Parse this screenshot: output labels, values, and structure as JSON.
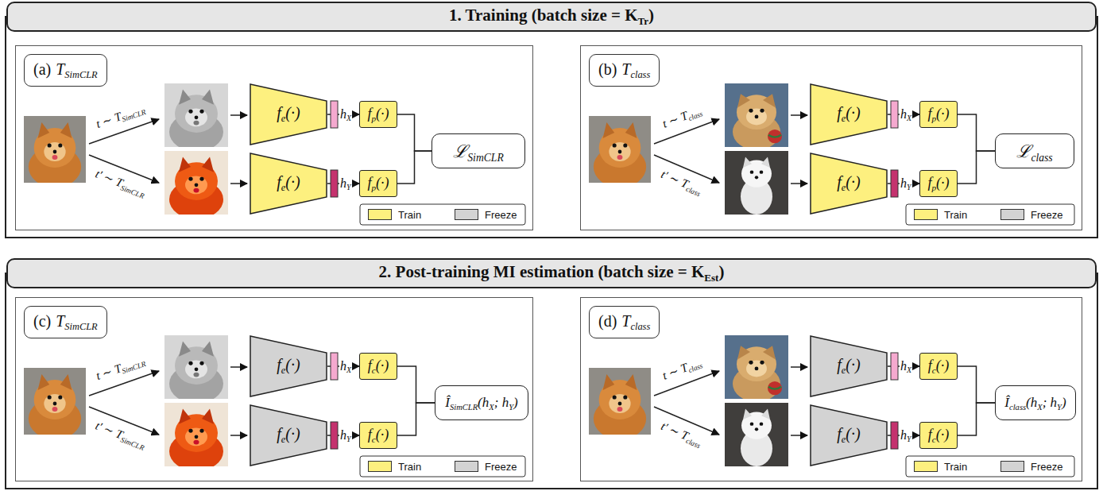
{
  "diagram": {
    "nodes": [
      {
        "text": [
          "1. Training (batch size = K",
          "Tr",
          ")"
        ]
      },
      {
        "text": [
          "(a)",
          "T",
          "SimCLR"
        ],
        "in": 0
      },
      {
        "text": [
          "f",
          "e",
          "(·)"
        ],
        "in": 1
      },
      {
        "text": [
          "f",
          "e",
          "(·)"
        ],
        "in": 1
      },
      {
        "text": [
          "f",
          "p",
          "(·)"
        ],
        "in": 1
      },
      {
        "text": [
          "f",
          "p",
          "(·)"
        ],
        "in": 1
      },
      {
        "text": [
          "ℒ",
          "SimCLR"
        ],
        "in": 1
      },
      {
        "text": [
          "(b)",
          "T",
          "class"
        ],
        "in": 0
      },
      {
        "text": [
          "f",
          "e",
          "(·)"
        ],
        "in": 7
      },
      {
        "text": [
          "f",
          "e",
          "(·)"
        ],
        "in": 7
      },
      {
        "text": [
          "f",
          "p",
          "(·)"
        ],
        "in": 7
      },
      {
        "text": [
          "f",
          "p",
          "(·)"
        ],
        "in": 7
      },
      {
        "text": [
          "ℒ",
          "class"
        ],
        "in": 7
      },
      {
        "text": [
          "2. Post-training MI estimation (batch size = K",
          "Est",
          ")"
        ]
      },
      {
        "text": [
          "(c)",
          "T",
          "SimCLR"
        ],
        "in": 13
      },
      {
        "text": [
          "f",
          "e",
          "(·)"
        ],
        "in": 14
      },
      {
        "text": [
          "f",
          "e",
          "(·)"
        ],
        "in": 14
      },
      {
        "text": [
          "f",
          "c",
          "(·)"
        ],
        "in": 14
      },
      {
        "text": [
          "f",
          "c",
          "(·)"
        ],
        "in": 14
      },
      {
        "text": [
          "Î",
          "SimCLR",
          "(h",
          "X",
          "; h",
          "Y",
          ")"
        ],
        "in": 14
      },
      {
        "text": [
          "(d)",
          "T",
          "class"
        ],
        "in": 13
      },
      {
        "text": [
          "f",
          "e",
          "(·)"
        ],
        "in": 20
      },
      {
        "text": [
          "f",
          "e",
          "(·)"
        ],
        "in": 20
      },
      {
        "text": [
          "f",
          "c",
          "(·)"
        ],
        "in": 20
      },
      {
        "text": [
          "f",
          "c",
          "(·)"
        ],
        "in": 20
      },
      {
        "text": [
          "Î",
          "class",
          "(h",
          "X",
          "; h",
          "Y",
          ")"
        ],
        "in": 20
      }
    ],
    "edges": [
      {
        "from": 2,
        "to": 4,
        "arrow": "to"
      },
      {
        "from": 3,
        "to": 5,
        "arrow": "to"
      },
      {
        "from": 4,
        "to": 6,
        "arrow": "none"
      },
      {
        "from": 5,
        "to": 6,
        "arrow": "none"
      },
      {
        "from": 8,
        "to": 10,
        "arrow": "to"
      },
      {
        "from": 9,
        "to": 11,
        "arrow": "to"
      },
      {
        "from": 10,
        "to": 12,
        "arrow": "none"
      },
      {
        "from": 11,
        "to": 12,
        "arrow": "none"
      },
      {
        "from": 15,
        "to": 17,
        "arrow": "to"
      },
      {
        "from": 16,
        "to": 18,
        "arrow": "to"
      },
      {
        "from": 17,
        "to": 19,
        "arrow": "none"
      },
      {
        "from": 18,
        "to": 19,
        "arrow": "none"
      },
      {
        "from": 21,
        "to": 23,
        "arrow": "to"
      },
      {
        "from": 22,
        "to": 24,
        "arrow": "to"
      },
      {
        "from": 23,
        "to": 25,
        "arrow": "none"
      },
      {
        "from": 24,
        "to": 25,
        "arrow": "none"
      }
    ],
    "labels": [
      "t ∼ T",
      "SimCLR",
      "t′ ∼ T",
      "SimCLR",
      "h",
      "X",
      "h",
      "Y",
      "t ∼ T",
      "class",
      "t′ ∼ T",
      "class",
      "h",
      "X",
      "h",
      "Y",
      "t ∼ T",
      "SimCLR",
      "t′ ∼ T",
      "SimCLR",
      "h",
      "X",
      "h",
      "Y",
      "t ∼ T",
      "class",
      "t′ ∼ T",
      "class",
      "h",
      "X",
      "h",
      "Y"
    ],
    "legend": [
      {
        "text": "Train",
        "color": "#fdf07f"
      },
      {
        "text": "Freeze",
        "color": "#d3d3d3"
      },
      {
        "text": "Train",
        "color": "#fdf07f"
      },
      {
        "text": "Freeze",
        "color": "#d3d3d3"
      },
      {
        "text": "Train",
        "color": "#fdf07f"
      },
      {
        "text": "Freeze",
        "color": "#d3d3d3"
      },
      {
        "text": "Train",
        "color": "#fdf07f"
      },
      {
        "text": "Freeze",
        "color": "#d3d3d3"
      }
    ]
  }
}
